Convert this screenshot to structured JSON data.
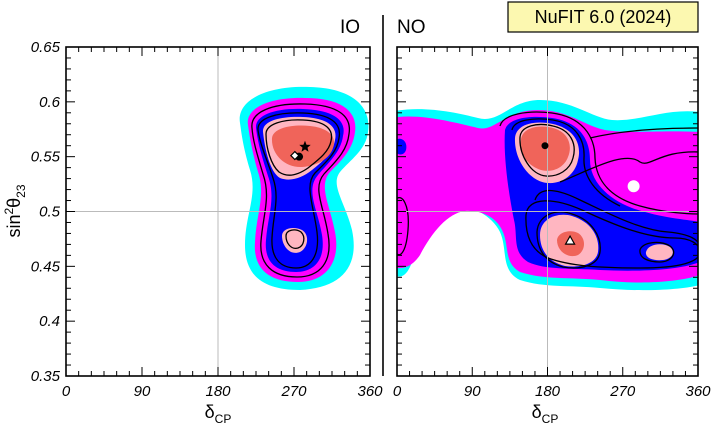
{
  "chart_data": [
    {
      "type": "contour",
      "panel": "IO",
      "x_label_main": "δ",
      "x_label_sub": "CP",
      "y_label_main": "sin",
      "y_label_sup": "2",
      "y_label_theta": "θ",
      "y_label_sub": "23",
      "xlim": [
        0,
        360
      ],
      "ylim": [
        0.35,
        0.65
      ],
      "x_ticks": [
        "0",
        "90",
        "180",
        "270",
        "360"
      ],
      "y_ticks": [
        "0.35",
        "0.4",
        "0.45",
        "0.5",
        "0.55",
        "0.6",
        "0.65"
      ],
      "levels": [
        {
          "level": "outer",
          "color": "#00ffff"
        },
        {
          "level": "3",
          "color": "#ff00ff"
        },
        {
          "level": "2",
          "color": "#0000ff"
        },
        {
          "level": "1",
          "color": "#ffb6c1"
        },
        {
          "level": "core",
          "color": "#f0645a"
        }
      ],
      "best_fit_markers": [
        {
          "symbol": "star",
          "x": 283,
          "y": 0.559
        },
        {
          "symbol": "circle",
          "x": 276,
          "y": 0.55
        },
        {
          "symbol": "diamond",
          "x": 271,
          "y": 0.551
        }
      ]
    },
    {
      "type": "contour",
      "panel": "NO",
      "x_label_main": "δ",
      "x_label_sub": "CP",
      "xlim": [
        0,
        360
      ],
      "ylim": [
        0.35,
        0.65
      ],
      "x_ticks": [
        "0",
        "90",
        "180",
        "270",
        "360"
      ],
      "best_fit_markers": [
        {
          "symbol": "circle",
          "x": 177,
          "y": 0.56
        },
        {
          "symbol": "open-circle",
          "x": 283,
          "y": 0.523
        },
        {
          "symbol": "triangle",
          "x": 207,
          "y": 0.473
        }
      ]
    }
  ],
  "badge": {
    "text": "NuFIT 6.0 (2024)",
    "color": "#fcf8b0"
  }
}
